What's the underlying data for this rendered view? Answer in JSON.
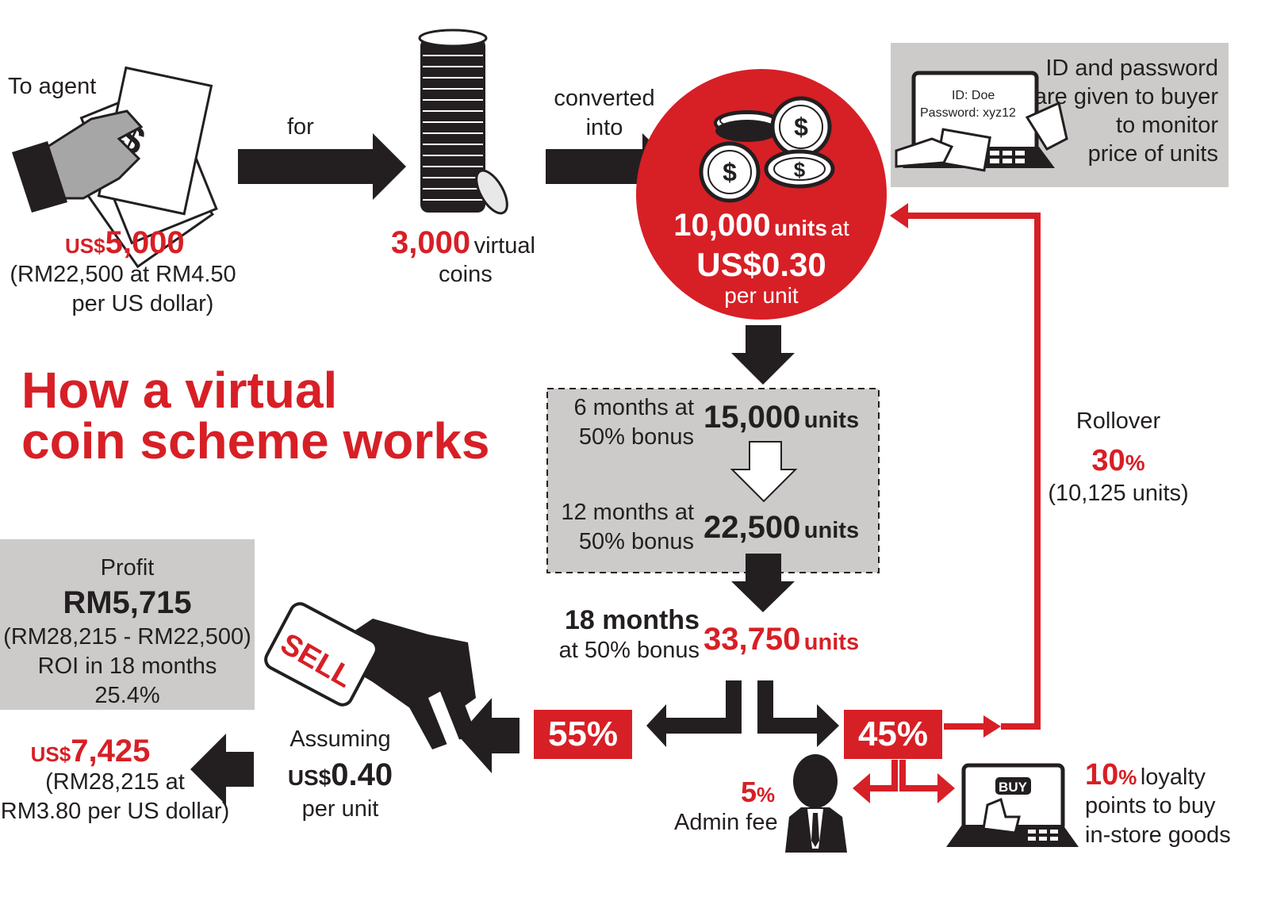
{
  "title": {
    "line1": "How a virtual",
    "line2": "coin scheme works"
  },
  "agent": {
    "label": "To agent",
    "currency_prefix": "US$",
    "amount": "5,000",
    "note1": "(RM22,500 at RM4.50",
    "note2": "per US dollar)",
    "cash_symbol": "$"
  },
  "arrow_for": "for",
  "coins": {
    "amount": "3,000",
    "word": "virtual",
    "word2": "coins"
  },
  "converted": {
    "line1": "converted",
    "line2": "into"
  },
  "circle": {
    "units_num": "10,000",
    "units_word": "units",
    "at": "at",
    "price": "US$0.30",
    "per": "per unit"
  },
  "login": {
    "screen_id": "ID: Doe",
    "screen_pw": "Password: xyz12",
    "text1": "ID and password",
    "text2": "are given to buyer",
    "text3": "to monitor",
    "text4": "price of units"
  },
  "bonus": {
    "row1_left1": "6 months at",
    "row1_left2": "50% bonus",
    "row1_num": "15,000",
    "row1_unit": "units",
    "row2_left1": "12 months at",
    "row2_left2": "50% bonus",
    "row2_num": "22,500",
    "row2_unit": "units"
  },
  "final": {
    "left1": "18 months",
    "left2": "at 50% bonus",
    "num": "33,750",
    "unit": "units"
  },
  "rollover": {
    "label": "Rollover",
    "pct": "30",
    "pct_sign": "%",
    "units": "(10,125 units)"
  },
  "split": {
    "left_pct": "55%",
    "right_pct": "45%"
  },
  "admin": {
    "pct": "5",
    "pct_sign": "%",
    "label": "Admin fee"
  },
  "loyalty": {
    "pct": "10",
    "pct_sign": "%",
    "line1": "loyalty",
    "line2": "points to buy",
    "line3": "in-store goods",
    "buy": "BUY"
  },
  "sell": {
    "label": "SELL",
    "assuming": "Assuming",
    "price_prefix": "US$",
    "price": "0.40",
    "per": "per unit"
  },
  "profit": {
    "label": "Profit",
    "amount": "RM5,715",
    "calc": "(RM28,215 - RM22,500)",
    "roi": "ROI in 18 months",
    "roi_pct": "25.4%"
  },
  "payout": {
    "prefix": "US$",
    "amount": "7,425",
    "note1": "(RM28,215 at",
    "note2": "RM3.80 per US dollar)"
  },
  "colors": {
    "red": "#d71f26",
    "dark": "#231f20",
    "grey": "#cdcbca"
  }
}
